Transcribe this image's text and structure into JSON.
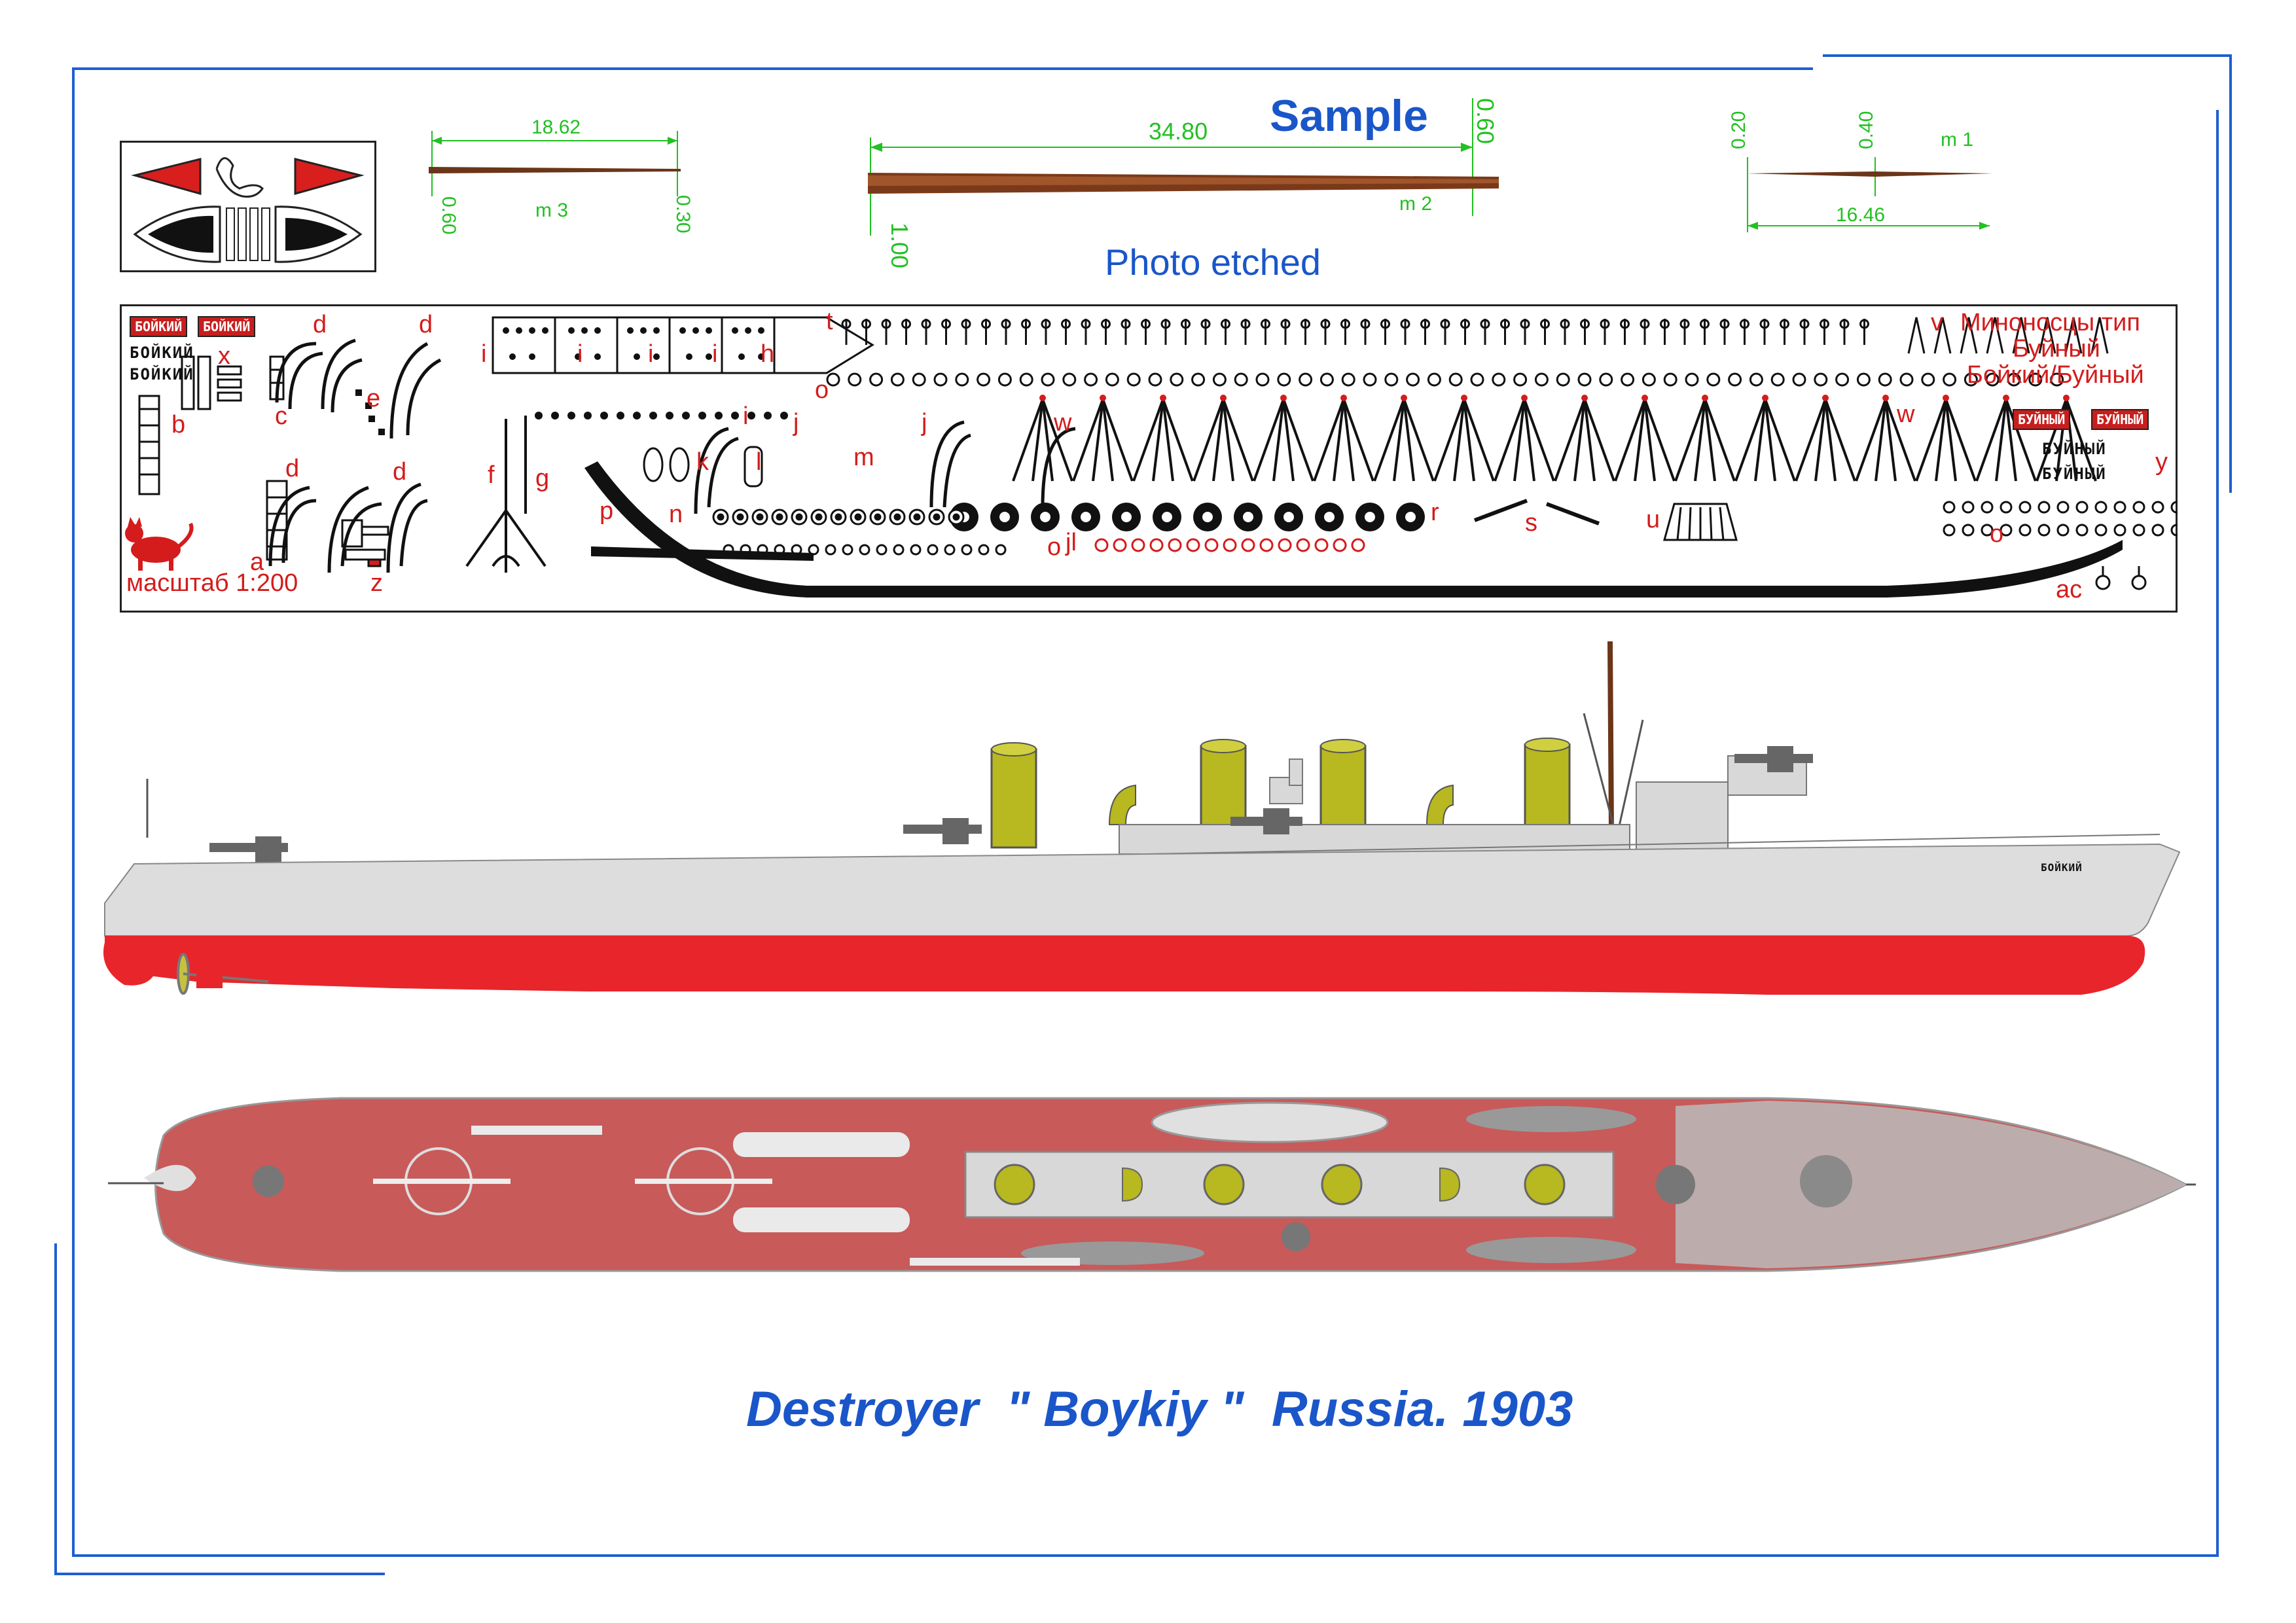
{
  "header": {
    "sample_label": "Sample",
    "photo_etched_label": "Photo etched"
  },
  "masts": [
    {
      "id": "m3",
      "label": "m 3",
      "length": "18.62",
      "dia_left": "0.60",
      "dia_right": "0.30"
    },
    {
      "id": "m2",
      "label": "m 2",
      "length": "34.80",
      "dia_left": "1.00",
      "dia_right": "0.60"
    },
    {
      "id": "m1",
      "label": "m 1",
      "length": "16.46",
      "dia_left": "0.20",
      "dia_mid": "0.40"
    }
  ],
  "fret": {
    "title_line1": "Миноносцы тип",
    "title_line2": "Буйный",
    "title_line3": "Бойкий/Буйный",
    "scale_label": "масштаб 1:200",
    "nameplates_top": [
      "БОЙКИЙ",
      "БОЙКИЙ"
    ],
    "name_text_black": [
      "БОЙКИЙ",
      "БОЙКИЙ"
    ],
    "nameplates_right": [
      "БУЙНЫЙ",
      "БУЙНЫЙ"
    ],
    "name_text_right": [
      "БУЙНЫЙ",
      "БУЙНЫЙ"
    ],
    "part_letters": [
      "a",
      "b",
      "c",
      "d",
      "d",
      "d",
      "d",
      "e",
      "f",
      "g",
      "h",
      "i",
      "i",
      "i",
      "i",
      "i",
      "j",
      "j",
      "jl",
      "k",
      "l",
      "m",
      "n",
      "o",
      "o",
      "o",
      "p",
      "r",
      "s",
      "t",
      "u",
      "v",
      "w",
      "w",
      "x",
      "y",
      "z",
      "ac"
    ]
  },
  "ship": {
    "side_name": "БОЙКИЙ"
  },
  "caption": "Destroyer  \" Boykiy \"  Russia. 1903",
  "colors": {
    "frame": "#1e5fd0",
    "dimension": "#22c022",
    "part_letter": "#d41c1c",
    "hull_red": "#e8252b",
    "hull_grey": "#dcdcdc",
    "funnel": "#b8b820",
    "deck_red": "#c85a5a",
    "mast_wood": "#7a3a1a"
  }
}
